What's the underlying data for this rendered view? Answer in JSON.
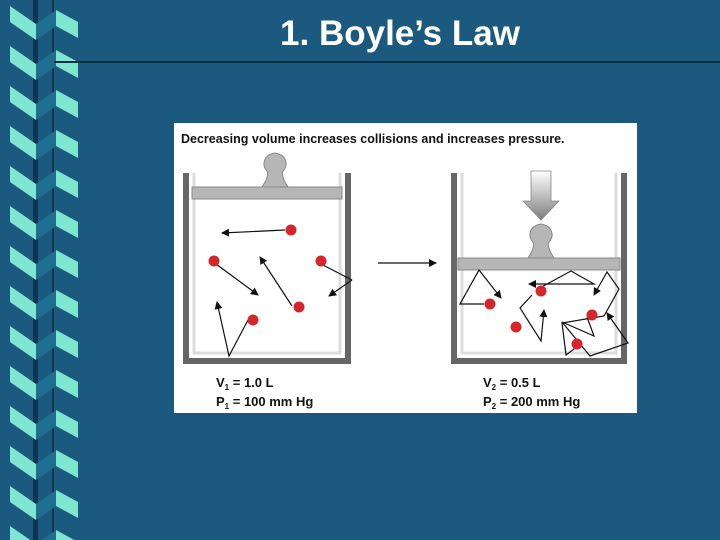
{
  "slide": {
    "title": "1. Boyle’s Law",
    "accent": "#7fe6d0",
    "background": "#1b5a7e"
  },
  "figure": {
    "caption": "Decreasing volume increases collisions and increases pressure.",
    "left": {
      "v_label": "V",
      "v_sub": "1",
      "v_value": " = 1.0 L",
      "p_label": "P",
      "p_sub": "1",
      "p_value": " = 100 mm Hg"
    },
    "right": {
      "v_label": "V",
      "v_sub": "2",
      "v_value": " = 0.5 L",
      "p_label": "P",
      "p_sub": "2",
      "p_value": " = 200 mm Hg"
    },
    "molecule_color": "#d6262b"
  }
}
